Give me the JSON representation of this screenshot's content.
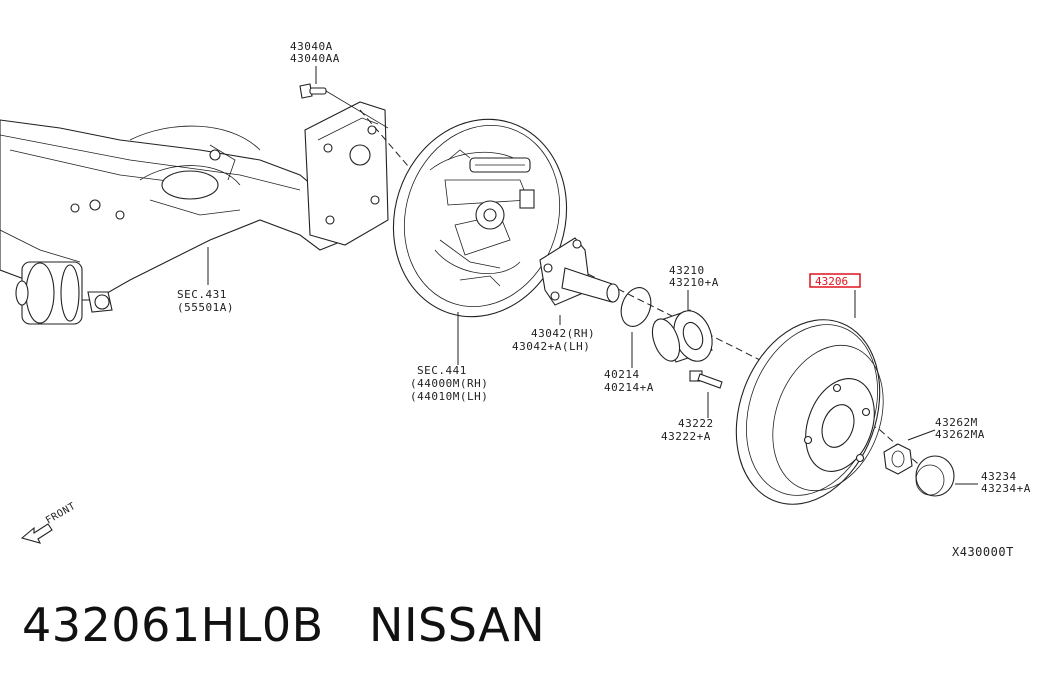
{
  "diagram": {
    "labels": {
      "bolt_top": [
        "43040A",
        "43040AA"
      ],
      "axle": [
        "SEC.431",
        "(55501A)"
      ],
      "back_plate": [
        "SEC.441",
        "(44000M(RH)",
        "(44010M(LH)"
      ],
      "spindle": [
        "43042(RH)",
        "43042+A(LH)"
      ],
      "bearing": [
        "43210",
        "43210+A"
      ],
      "snap_ring": [
        "40214",
        "40214+A"
      ],
      "hub_bolt": [
        "43222",
        "43222+A"
      ],
      "drum_highlight": "43206",
      "nut": [
        "43262M",
        "43262MA"
      ],
      "cap": [
        "43234",
        "43234+A"
      ],
      "front_arrow": "FRONT",
      "drawing_code": "X430000T"
    }
  },
  "footer": {
    "part_number": "432061HL0B",
    "brand": "NISSAN"
  }
}
